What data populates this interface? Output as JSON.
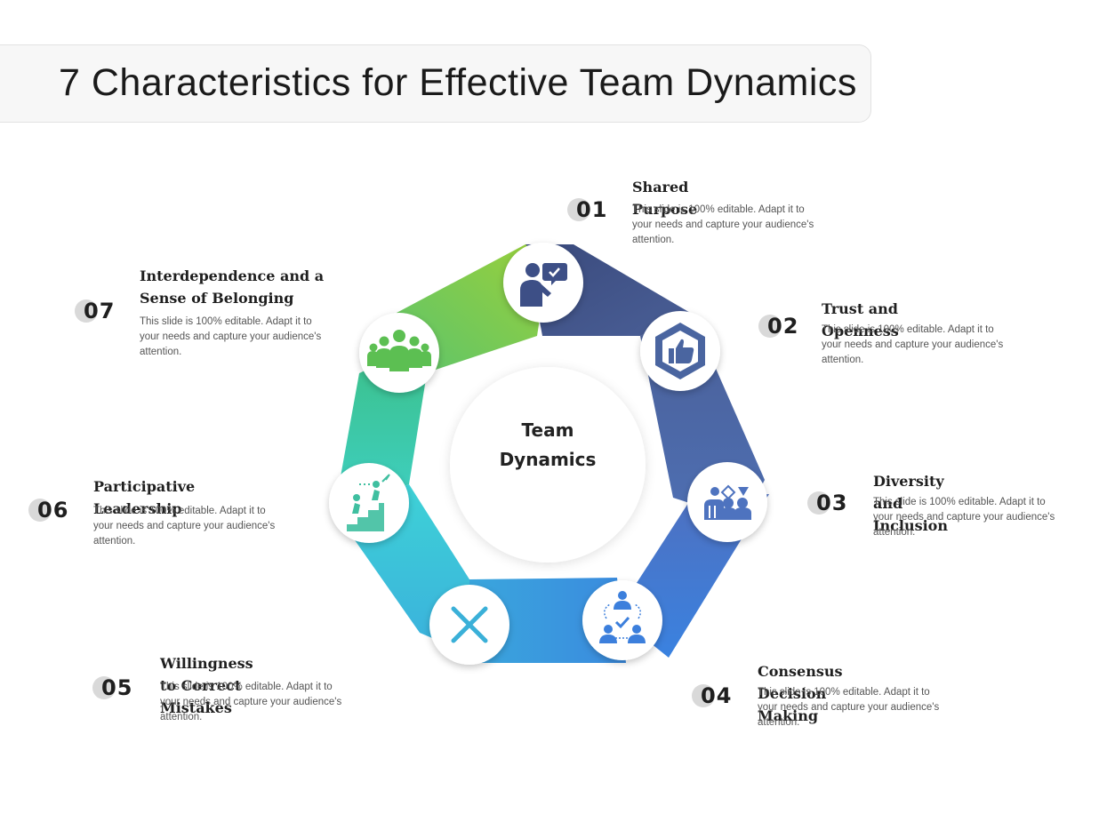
{
  "title": "7 Characteristics for Effective Team Dynamics",
  "center": {
    "line1": "Team",
    "line2": "Dynamics"
  },
  "items": [
    {
      "number": "01",
      "title": "Shared Purpose",
      "description": "This slide is 100% editable. Adapt it to your needs and capture your audience's attention.",
      "icon": "person-approval-icon",
      "color": "#3d4f86"
    },
    {
      "number": "02",
      "title": "Trust and Openness",
      "description": "This slide is 100% editable. Adapt it to your needs and capture your audience's attention.",
      "icon": "thumbs-up-hexagon-icon",
      "color": "#4a65a0"
    },
    {
      "number": "03",
      "title": "Diversity and Inclusion",
      "description": "This slide is 100% editable. Adapt it to your needs and capture your audience's attention.",
      "icon": "diverse-people-icon",
      "color": "#4e73bf"
    },
    {
      "number": "04",
      "title": "Consensus Decision Making",
      "description": "This slide is 100% editable. Adapt it to your needs and capture your audience's attention.",
      "icon": "group-consensus-icon",
      "color": "#3c7fdc"
    },
    {
      "number": "05",
      "title": "Willingness to Correct Mistakes",
      "description": "This slide is 100% editable. Adapt it to your needs and capture your audience's attention.",
      "icon": "cross-mark-icon",
      "color": "#3aa5dc"
    },
    {
      "number": "06",
      "title": "Participative Leadership",
      "description": "This slide is 100% editable. Adapt it to your needs and capture your audience's attention.",
      "icon": "climbing-team-icon",
      "color": "#3ecad8"
    },
    {
      "number": "07",
      "title": "Interdependence and a Sense of Belonging",
      "description": "This slide is 100% editable. Adapt it to your needs and capture your audience's attention.",
      "icon": "crowd-people-icon",
      "color": "#39c08a"
    }
  ],
  "colors": {
    "segment_07_start": "#8fcf3e",
    "icon_seg_06": "#3fbfa0"
  }
}
